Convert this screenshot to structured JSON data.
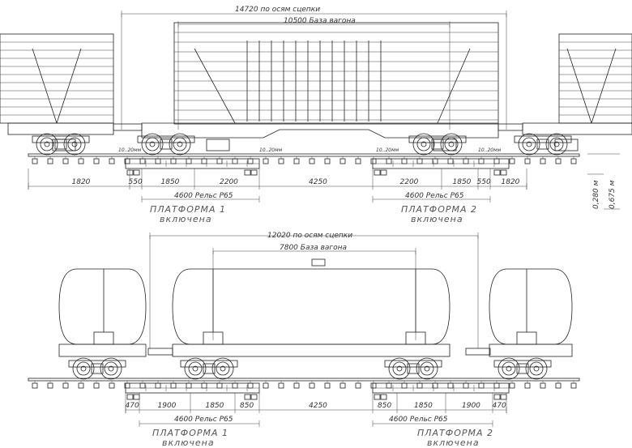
{
  "top": {
    "overall_coupling": "14720 по осям сцепки",
    "wagon_base": "10500 База вагона",
    "gap_marks": [
      "10..20мм",
      "10..20мм",
      "10..20мм",
      "10..20мм"
    ],
    "dims": [
      "1820",
      "550",
      "1850",
      "2200",
      "4250",
      "2200",
      "1850",
      "550",
      "1820"
    ],
    "rail_left": "4600 Рельс Р65",
    "rail_right": "4600 Рельс Р65",
    "height_1": "0,280 м",
    "height_2": "0,675 м",
    "platform_1": "ПЛАТФОРМА 1",
    "platform_1_status": "включена",
    "platform_2": "ПЛАТФОРМА 2",
    "platform_2_status": "включена"
  },
  "bottom": {
    "overall_coupling": "12020 по осям сцепки",
    "wagon_base": "7800 База вагона",
    "dims": [
      "470",
      "1900",
      "1850",
      "850",
      "4250",
      "850",
      "1850",
      "1900",
      "470"
    ],
    "rail_left": "4600 Рельс Р65",
    "rail_right": "4600 Рельс Р65",
    "platform_1": "ПЛАТФОРМА 1",
    "platform_1_status": "включена",
    "platform_2": "ПЛАТФОРМА 2",
    "platform_2_status": "включена"
  }
}
